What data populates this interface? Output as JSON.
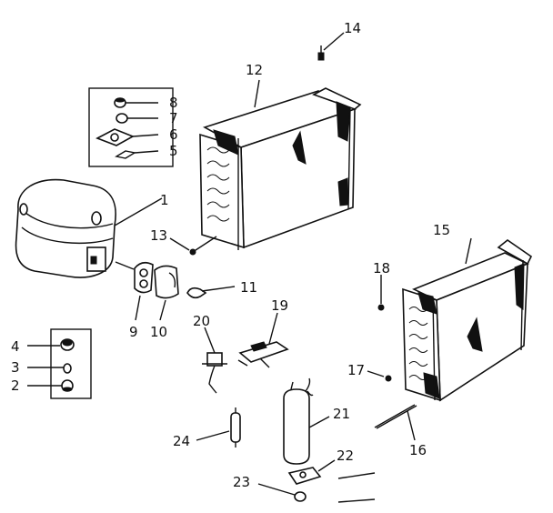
{
  "callouts": {
    "c1": "1",
    "c2": "2",
    "c3": "3",
    "c4": "4",
    "c5": "5",
    "c6": "6",
    "c7": "7",
    "c8": "8",
    "c9": "9",
    "c10": "10",
    "c11": "11",
    "c12": "12",
    "c13": "13",
    "c14": "14",
    "c15": "15",
    "c16": "16",
    "c17": "17",
    "c18": "18",
    "c19": "19",
    "c20": "20",
    "c21": "21",
    "c22": "22",
    "c23": "23",
    "c24": "24"
  },
  "colors": {
    "ink": "#111111",
    "paper": "#ffffff"
  }
}
